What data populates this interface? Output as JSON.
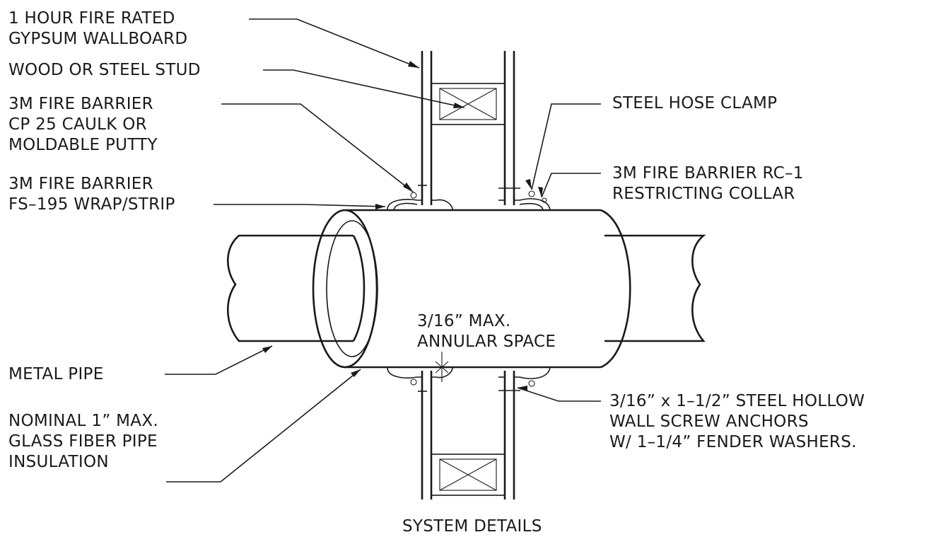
{
  "labels": {
    "gypsum": [
      "1 HOUR FIRE RATED",
      "GYPSUM WALLBOARD"
    ],
    "stud": [
      "WOOD OR STEEL STUD"
    ],
    "caulk": [
      "3M FIRE BARRIER",
      "CP 25 CAULK OR",
      "MOLDABLE PUTTY"
    ],
    "wrap": [
      "3M FIRE BARRIER",
      "FS–195 WRAP/STRIP"
    ],
    "metal_pipe": [
      "METAL PIPE"
    ],
    "insulation": [
      "NOMINAL 1” MAX.",
      "GLASS FIBER PIPE",
      "INSULATION"
    ],
    "hose_clamp": [
      "STEEL HOSE CLAMP"
    ],
    "collar": [
      "3M FIRE BARRIER RC–1",
      "RESTRICTING COLLAR"
    ],
    "anchors": [
      "3/16” x 1–1/2” STEEL HOLLOW",
      "WALL SCREW ANCHORS",
      "W/ 1–1/4” FENDER WASHERS."
    ],
    "annular": [
      "3/16” MAX.",
      "ANNULAR SPACE"
    ],
    "caption": "SYSTEM DETAILS"
  }
}
